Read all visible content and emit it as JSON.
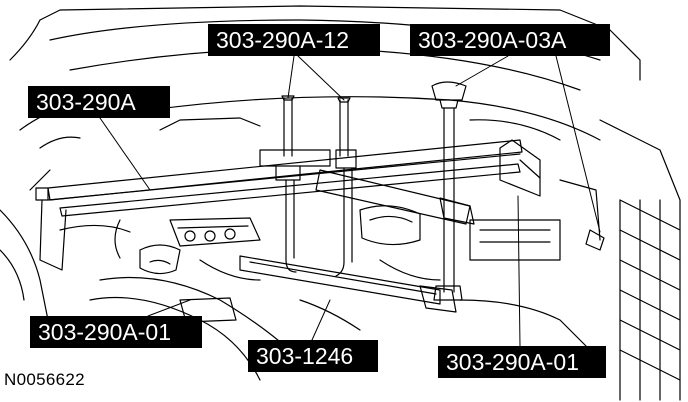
{
  "callouts": {
    "c1": "303-290A-12",
    "c2": "303-290A-03A",
    "c3": "303-290A",
    "c4": "303-290A-01",
    "c5": "303-1246",
    "c6": "303-290A-01"
  },
  "figure_id": "N0056622",
  "colors": {
    "ink": "#000000",
    "paper": "#ffffff",
    "label_bg": "#000000",
    "label_text": "#ffffff"
  }
}
